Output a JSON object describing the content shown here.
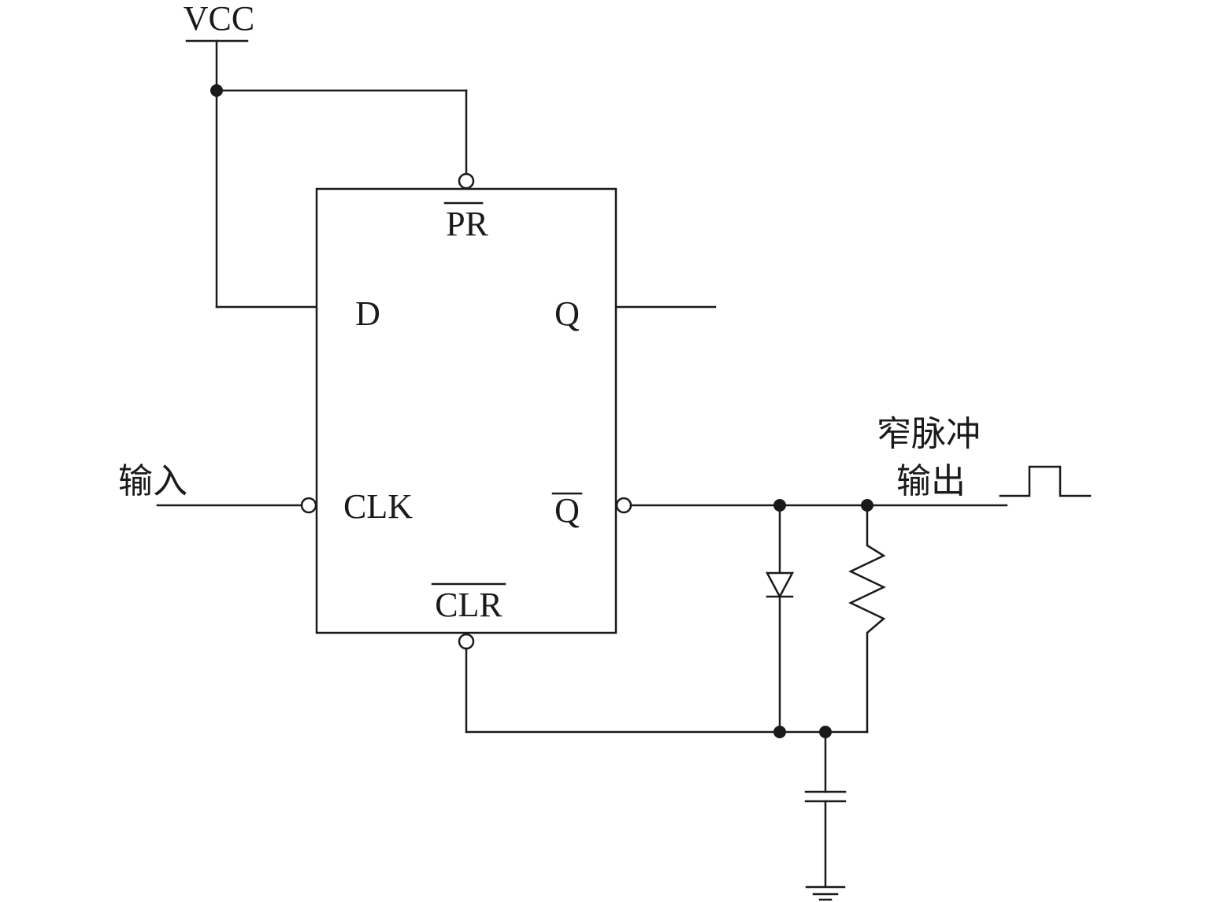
{
  "supply": {
    "label": "VCC"
  },
  "flipflop": {
    "pins": {
      "preset": "PR",
      "data": "D",
      "output": "Q",
      "clock": "CLK",
      "output_inverted": "Q",
      "clear": "CLR"
    }
  },
  "input": {
    "label": "输入"
  },
  "output": {
    "label_line1": "窄脉冲",
    "label_line2": "输出"
  },
  "icons": [
    "flip-flop-block",
    "diode-icon",
    "resistor-icon",
    "capacitor-icon",
    "ground-icon",
    "pulse-waveform-icon"
  ]
}
